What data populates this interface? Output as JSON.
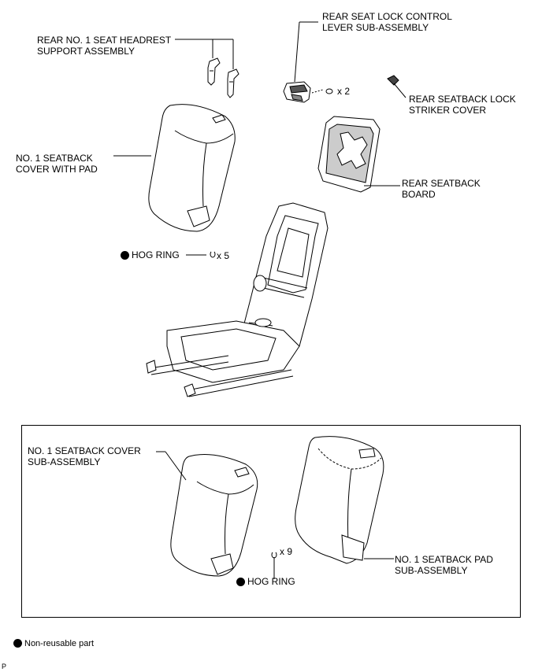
{
  "labels": {
    "headrest_support_1": "REAR NO. 1 SEAT HEADREST",
    "headrest_support_2": "SUPPORT ASSEMBLY",
    "lock_lever_1": "REAR SEAT LOCK CONTROL",
    "lock_lever_2": "LEVER SUB-ASSEMBLY",
    "striker_cover_1": "REAR SEATBACK LOCK",
    "striker_cover_2": "STRIKER COVER",
    "seatback_cover_pad_1": "NO. 1 SEATBACK",
    "seatback_cover_pad_2": "COVER WITH PAD",
    "seatback_board_1": "REAR SEATBACK",
    "seatback_board_2": "BOARD",
    "hog_ring_top": "HOG RING",
    "cover_sub_1": "NO. 1 SEATBACK COVER",
    "cover_sub_2": "SUB-ASSEMBLY",
    "pad_sub_1": "NO. 1 SEATBACK PAD",
    "pad_sub_2": "SUB-ASSEMBLY",
    "hog_ring_bottom": "HOG RING"
  },
  "quantities": {
    "screws": "x 2",
    "hog_rings_top": "x 5",
    "hog_rings_bottom": "x 9"
  },
  "legend": {
    "non_reusable": "Non-reusable part"
  },
  "figure_code": "P"
}
